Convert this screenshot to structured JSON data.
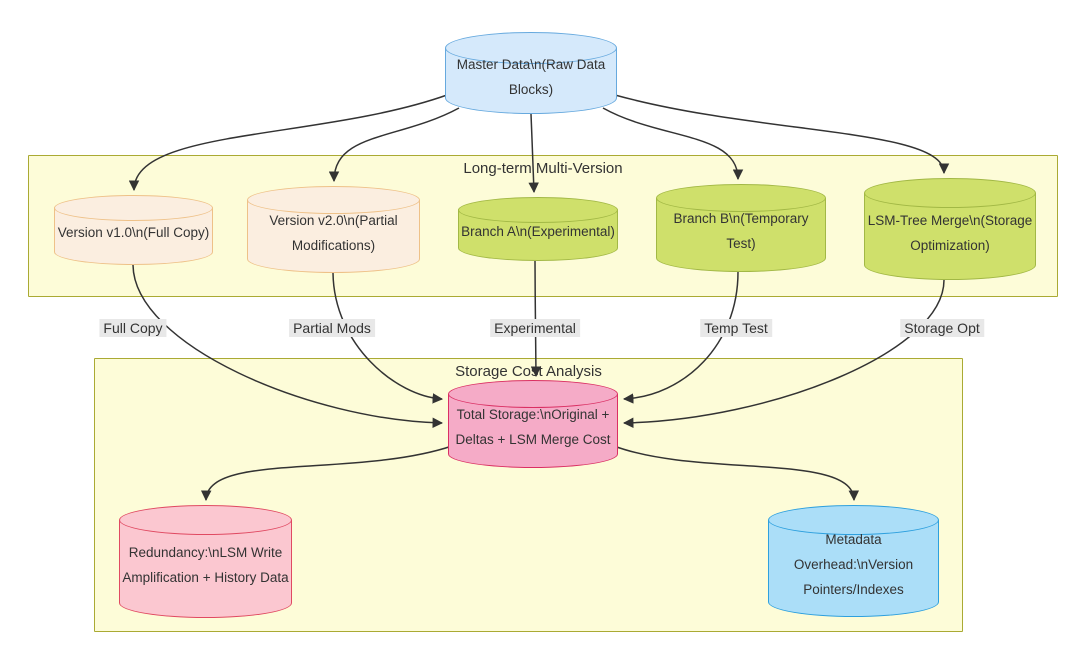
{
  "diagram_type": "flowchart-with-database-cylinders",
  "colors": {
    "background": "#ffffff",
    "arrow": "#333333",
    "text": "#333333",
    "container_fill": "#fdfcd8",
    "container_stroke": "#aaaa33",
    "edge_label_bg": "#e8e8e8",
    "master_fill": "#d5e9fb",
    "master_stroke": "#66a9de",
    "version_fill": "#fbeee0",
    "version_stroke": "#eec188",
    "branch_fill": "#cfe06b",
    "branch_stroke": "#a2b845",
    "total_fill": "#f5abc7",
    "total_stroke": "#da2f63",
    "redundancy_fill": "#fbc7d0",
    "redundancy_stroke": "#e04a62",
    "metadata_fill": "#abdef8",
    "metadata_stroke": "#2ea0de"
  },
  "containers": {
    "longterm": {
      "title": "Long-term Multi-Version"
    },
    "cost": {
      "title": "Storage Cost Analysis"
    }
  },
  "nodes": {
    "master": {
      "label": "Master Data\\n(Raw Data Blocks)",
      "shape": "cylinder",
      "fill": "#d5e9fb",
      "stroke": "#66a9de"
    },
    "v1": {
      "label": "Version v1.0\\n(Full Copy)",
      "shape": "cylinder",
      "fill": "#fbeee0",
      "stroke": "#eec188"
    },
    "v2": {
      "label": "Version v2.0\\n(Partial Modifications)",
      "shape": "cylinder",
      "fill": "#fbeee0",
      "stroke": "#eec188"
    },
    "branchA": {
      "label": "Branch A\\n(Experimental)",
      "shape": "cylinder",
      "fill": "#cfe06b",
      "stroke": "#a2b845"
    },
    "branchB": {
      "label": "Branch B\\n(Temporary Test)",
      "shape": "cylinder",
      "fill": "#cfe06b",
      "stroke": "#a2b845"
    },
    "lsm": {
      "label": "LSM-Tree Merge\\n(Storage Optimization)",
      "shape": "cylinder",
      "fill": "#cfe06b",
      "stroke": "#a2b845"
    },
    "total": {
      "label": "Total Storage:\\nOriginal + Deltas + LSM Merge Cost",
      "shape": "cylinder",
      "fill": "#f5abc7",
      "stroke": "#da2f63"
    },
    "redundancy": {
      "label": "Redundancy:\\nLSM Write Amplification + History Data",
      "shape": "cylinder",
      "fill": "#fbc7d0",
      "stroke": "#e04a62"
    },
    "metadata": {
      "label": "Metadata Overhead:\\nVersion Pointers/Indexes",
      "shape": "cylinder",
      "fill": "#abdef8",
      "stroke": "#2ea0de"
    }
  },
  "edge_labels": {
    "full_copy": "Full Copy",
    "partial_mods": "Partial Mods",
    "experimental": "Experimental",
    "temp_test": "Temp Test",
    "storage_opt": "Storage Opt"
  },
  "edges": [
    {
      "from": "master",
      "to": "v1",
      "label": ""
    },
    {
      "from": "master",
      "to": "v2",
      "label": ""
    },
    {
      "from": "master",
      "to": "branchA",
      "label": ""
    },
    {
      "from": "master",
      "to": "branchB",
      "label": ""
    },
    {
      "from": "master",
      "to": "lsm",
      "label": ""
    },
    {
      "from": "v1",
      "to": "total",
      "label": "Full Copy"
    },
    {
      "from": "v2",
      "to": "total",
      "label": "Partial Mods"
    },
    {
      "from": "branchA",
      "to": "total",
      "label": "Experimental"
    },
    {
      "from": "branchB",
      "to": "total",
      "label": "Temp Test"
    },
    {
      "from": "lsm",
      "to": "total",
      "label": "Storage Opt"
    },
    {
      "from": "total",
      "to": "redundancy",
      "label": ""
    },
    {
      "from": "total",
      "to": "metadata",
      "label": ""
    }
  ]
}
